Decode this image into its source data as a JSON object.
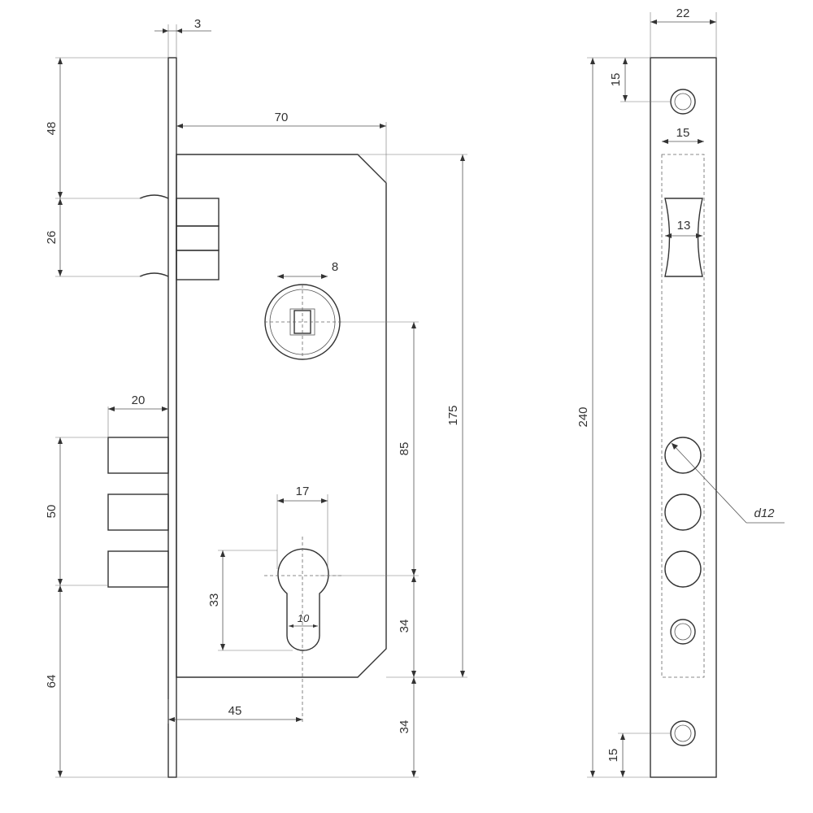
{
  "front_view": {
    "dim_plate_thickness": "3",
    "dim_top_to_latch": "48",
    "dim_latch_height": "26",
    "dim_case_depth": "70",
    "dim_square_spindle": "8",
    "dim_case_height": "175",
    "dim_spindle_to_cylinder": "85",
    "dim_bolt_projection": "20",
    "dim_bolt_span": "50",
    "dim_cylinder_width": "17",
    "dim_cylinder_height": "33",
    "dim_cylinder_slot": "10",
    "dim_cylinder_to_case_bottom": "34",
    "dim_backset": "45",
    "dim_case_bottom_to_plate_end": "34",
    "dim_bolt_to_plate_end": "64"
  },
  "side_view": {
    "dim_plate_width": "22",
    "dim_top_screw_offset": "15",
    "dim_pocket_width": "15",
    "dim_latch_width": "13",
    "dim_plate_length": "240",
    "dim_bolt_diameter": "d12",
    "dim_bottom_screw_offset": "15"
  },
  "colors": {
    "line": "#333333",
    "background": "#ffffff"
  }
}
